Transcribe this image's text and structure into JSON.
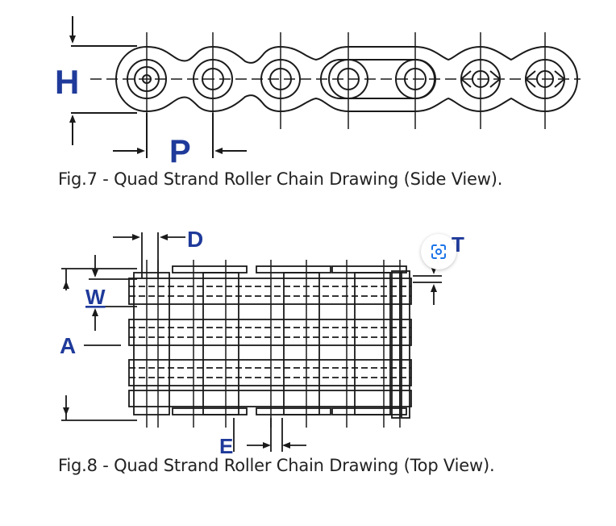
{
  "figure7": {
    "caption": "Fig.7 - Quad Strand Roller Chain Drawing (Side View).",
    "label_height": "H",
    "label_pitch": "P"
  },
  "figure8": {
    "caption": "Fig.8 - Quad Strand Roller Chain Drawing (Top View).",
    "label_pin_diameter": "D",
    "label_thickness": "T",
    "label_width": "W",
    "label_overall": "A",
    "label_offset": "E"
  },
  "colors": {
    "line": "#1a1a1a",
    "label": "#1f3a9a",
    "text": "#222222",
    "lens": "#1a73e8"
  },
  "icons": {
    "visual_search": "lens-icon"
  }
}
